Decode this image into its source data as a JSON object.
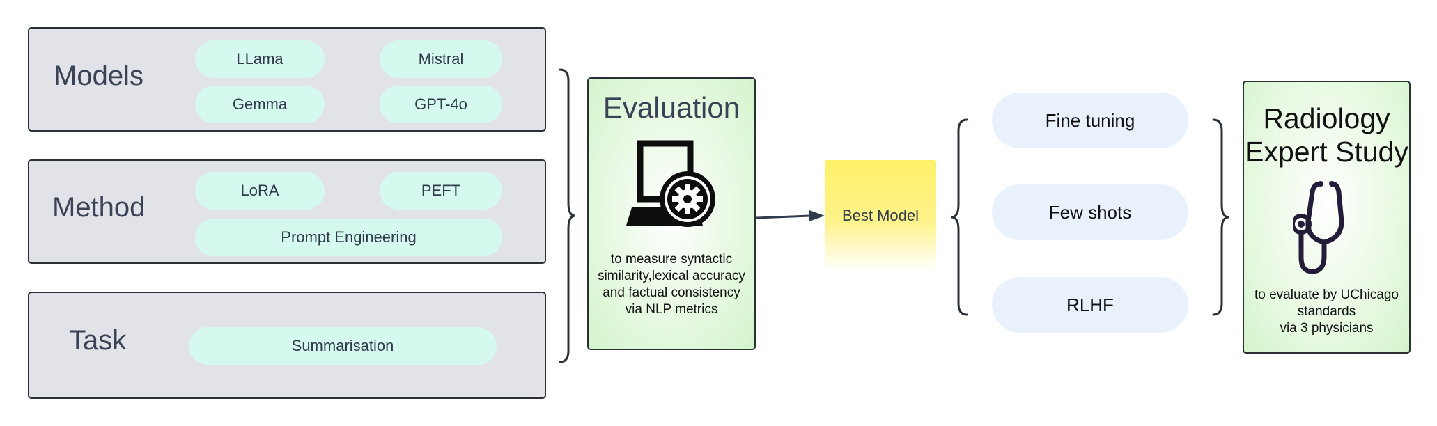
{
  "models": {
    "title": "Models",
    "items": [
      "LLama",
      "Mistral",
      "Gemma",
      "GPT-4o"
    ]
  },
  "method": {
    "title": "Method",
    "items": [
      "LoRA",
      "PEFT",
      "Prompt Engineering"
    ]
  },
  "task": {
    "title": "Task",
    "items": [
      "Summarisation"
    ]
  },
  "evaluation": {
    "title": "Evaluation",
    "desc_lines": [
      "to measure syntactic",
      "similarity,lexical accuracy",
      "and factual consistency",
      "via NLP metrics"
    ],
    "icon": "laptop-gear-icon"
  },
  "best_model": {
    "label": "Best Model"
  },
  "approaches": [
    "Fine tuning",
    "Few shots",
    "RLHF"
  ],
  "expert_study": {
    "title_lines": [
      "Radiology",
      "Expert Study"
    ],
    "desc_lines": [
      "to evaluate by UChicago",
      "standards",
      "via 3 physicians"
    ],
    "icon": "stethoscope-icon"
  },
  "colors": {
    "panel_bg": "#e1e3e8",
    "pill_bg": "#d5f8ef",
    "approach_bg": "#e9f2fc",
    "eval_bg": "#d3f4cc",
    "best_model_bg": "#fff16a"
  }
}
